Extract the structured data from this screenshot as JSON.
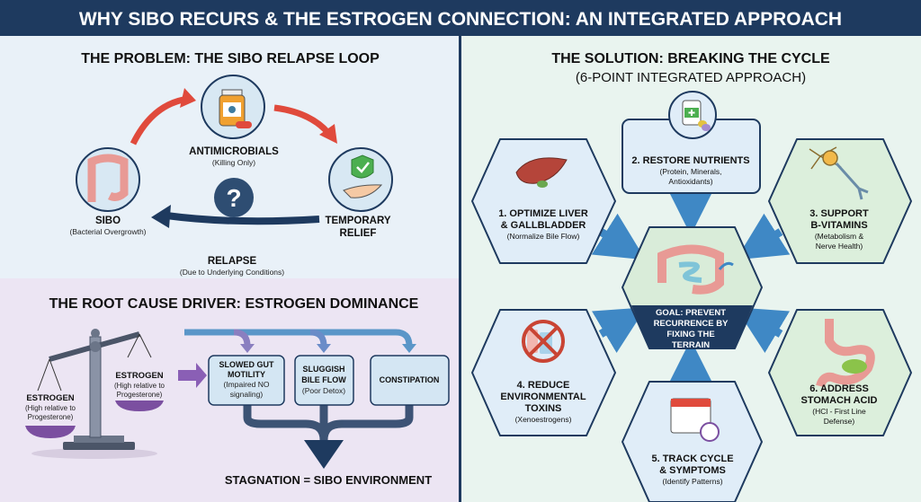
{
  "header": {
    "title": "WHY SIBO RECURS & THE ESTROGEN CONNECTION: AN INTEGRATED APPROACH"
  },
  "problem": {
    "title": "THE PROBLEM: THE SIBO RELAPSE LOOP",
    "antimicrobials": {
      "label": "ANTIMICROBIALS",
      "sub": "(Killing Only)"
    },
    "sibo": {
      "label": "SIBO",
      "sub": "(Bacterial Overgrowth)"
    },
    "relief": {
      "label1": "TEMPORARY",
      "label2": "RELIEF"
    },
    "question": "?",
    "relapse": {
      "label": "RELAPSE",
      "sub": "(Due to Underlying Conditions)"
    }
  },
  "root_cause": {
    "title": "THE ROOT CAUSE DRIVER: ESTROGEN DOMINANCE",
    "scale_left": {
      "label": "ESTROGEN",
      "sub1": "(High relative to",
      "sub2": "Progesterone)"
    },
    "scale_right": {
      "label": "ESTROGEN",
      "sub1": "(High relative to",
      "sub2": "Progesterone)"
    },
    "effects": [
      {
        "l1": "SLOWED GUT",
        "l2": "MOTILITY",
        "l3": "(Impaired NO",
        "l4": "signaling)"
      },
      {
        "l1": "SLUGGISH",
        "l2": "BILE FLOW",
        "l3": "(Poor Detox)"
      },
      {
        "l1": "CONSTIPATION"
      }
    ],
    "result": "STAGNATION = SIBO ENVIRONMENT"
  },
  "solution": {
    "title": "THE SOLUTION: BREAKING THE CYCLE",
    "subtitle": "(6-POINT INTEGRATED APPROACH)",
    "goal": {
      "l1": "GOAL: PREVENT",
      "l2": "RECURRENCE BY",
      "l3": "FIXING THE",
      "l4": "TERRAIN"
    },
    "points": [
      {
        "l1": "1. OPTIMIZE LIVER",
        "l2": "& GALLBLADDER",
        "s1": "(Normalize Bile Flow)"
      },
      {
        "l1": "2. RESTORE NUTRIENTS",
        "s1": "(Protein, Minerals,",
        "s2": "Antioxidants)"
      },
      {
        "l1": "3. SUPPORT",
        "l2": "B-VITAMINS",
        "s1": "(Metabolism &",
        "s2": "Nerve Health)"
      },
      {
        "l1": "4. REDUCE",
        "l2": "ENVIRONMENTAL",
        "l3": "TOXINS",
        "s1": "(Xenoestrogens)"
      },
      {
        "l1": "5. TRACK CYCLE",
        "l2": "& SYMPTOMS",
        "s1": "(Identify Patterns)"
      },
      {
        "l1": "6. ADDRESS",
        "l2": "STOMACH ACID",
        "s1": "(HCl - First Line",
        "s2": "Defense)"
      }
    ]
  },
  "colors": {
    "navy": "#1e3a5f",
    "red_arrow": "#e04a3c",
    "blue_arrow": "#3f88c5",
    "purple": "#7b4fa0",
    "green_hex": "#dcefdc",
    "blue_hex": "#e0edf8"
  }
}
